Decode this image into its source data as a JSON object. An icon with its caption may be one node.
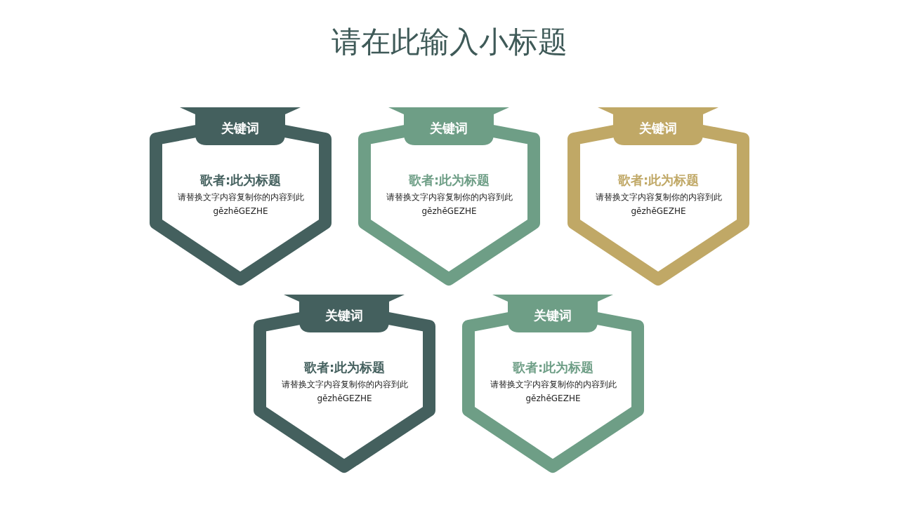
{
  "diagram": {
    "title": "请在此输入小标题",
    "nodes": [
      {
        "text": [
          "歌者:此为标题",
          "请替换文字内容复制你的内容到此",
          "gězhěGEZHE"
        ]
      },
      {
        "text": [
          "关键词"
        ]
      },
      {
        "text": [
          "歌者:此为标题",
          "请替换文字内容复制你的内容到此",
          "gězhěGEZHE"
        ]
      },
      {
        "text": [
          "关键词"
        ]
      },
      {
        "text": [
          "歌者:此为标题",
          "请替换文字内容复制你的内容到此",
          "gězhěGEZHE"
        ]
      },
      {
        "text": [
          "关键词"
        ]
      },
      {
        "text": [
          "歌者:此为标题",
          "请替换文字内容复制你的内容到此",
          "gězhěGEZHE"
        ]
      },
      {
        "text": [
          "关键词"
        ]
      },
      {
        "text": [
          "歌者:此为标题",
          "请替换文字内容复制你的内容到此",
          "gězhěGEZHE"
        ]
      },
      {
        "text": [
          "关键词"
        ]
      }
    ],
    "edges": []
  }
}
